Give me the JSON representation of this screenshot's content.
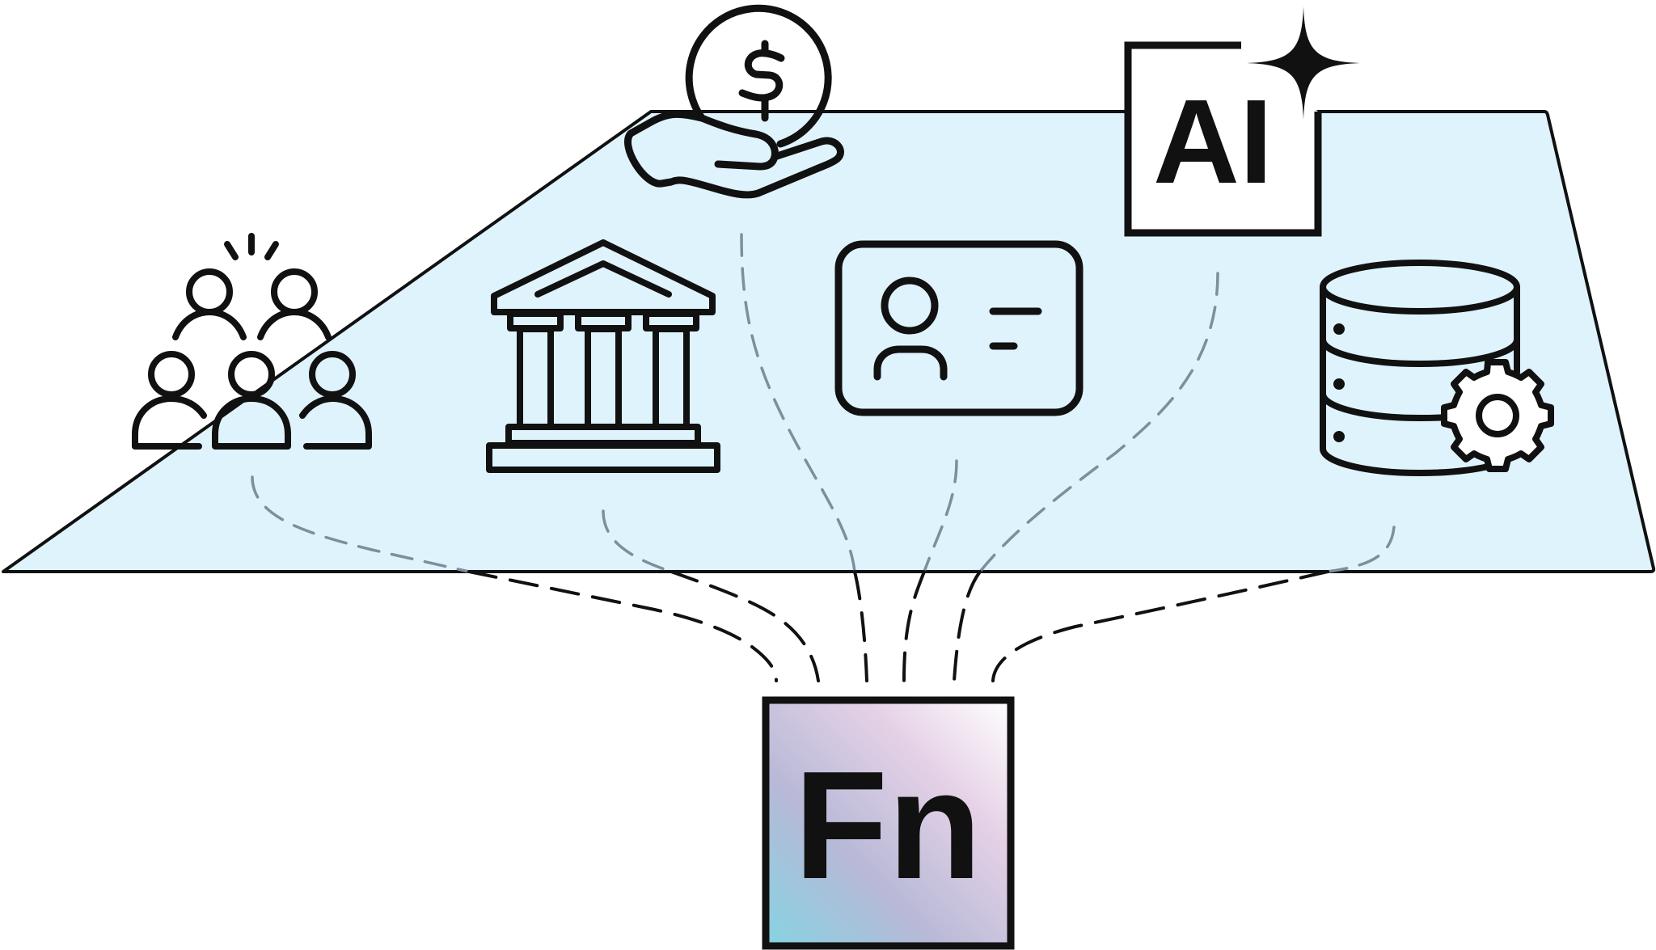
{
  "diagram": {
    "center_label": "Fn",
    "ai_label": "AI",
    "nodes": [
      {
        "id": "community",
        "icon": "people-group-icon"
      },
      {
        "id": "bank",
        "icon": "bank-building-icon"
      },
      {
        "id": "payment",
        "icon": "hand-dollar-coin-icon"
      },
      {
        "id": "identity",
        "icon": "id-card-icon"
      },
      {
        "id": "ai",
        "icon": "ai-sparkle-icon"
      },
      {
        "id": "data",
        "icon": "database-gear-icon"
      }
    ],
    "colors": {
      "platform_fill": "#dff3fd",
      "stroke": "#111111",
      "dash_on_platform": "#7b8f9c",
      "dash_off_platform": "#111111",
      "gradient": [
        "#86d3e2",
        "#b9b8d6",
        "#e6d1e5",
        "#ffffff"
      ]
    }
  }
}
